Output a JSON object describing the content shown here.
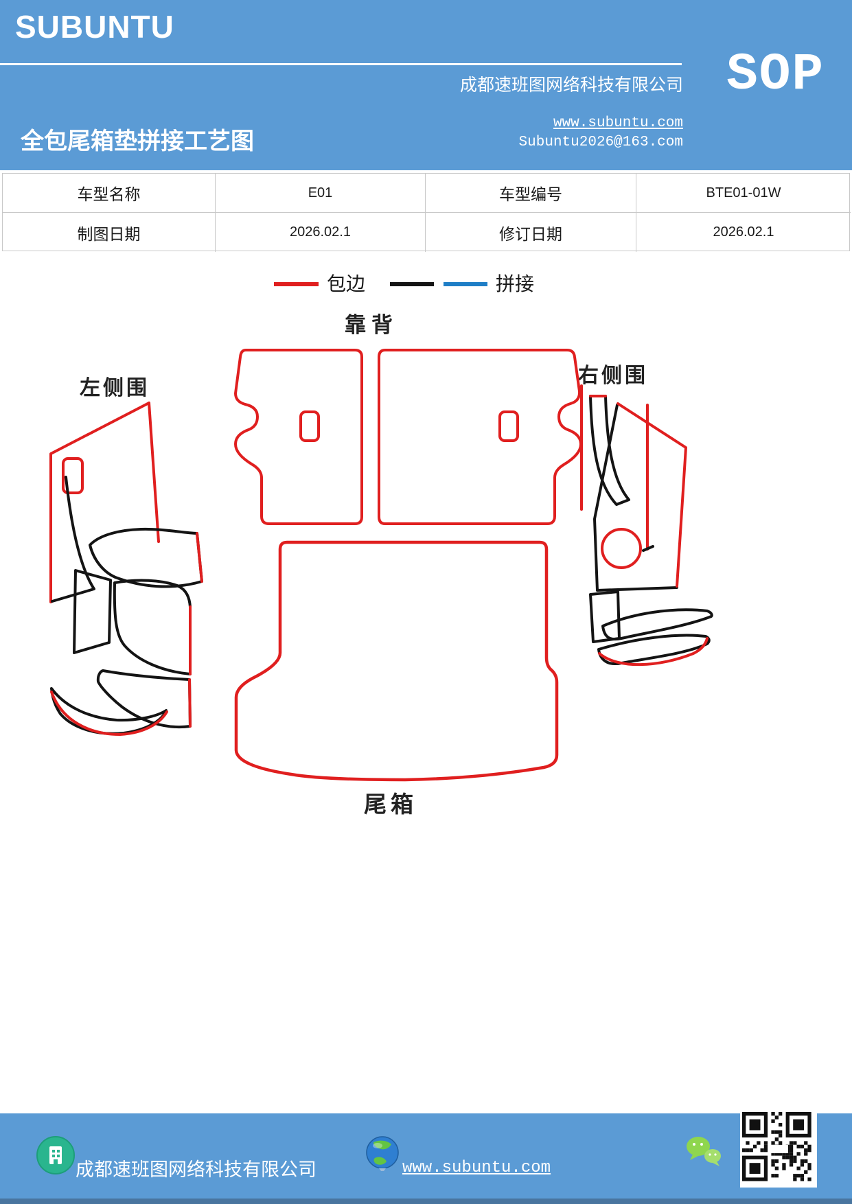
{
  "header": {
    "logo": "SUBUNTU",
    "company_name": "成都速班图网络科技有限公司",
    "title": "全包尾箱垫拼接工艺图",
    "website": "www.subuntu.com",
    "email": "Subuntu2026@163.com",
    "sop": "SOP"
  },
  "info_table": {
    "rows": [
      {
        "label1": "车型名称",
        "value1": "E01",
        "label2": "车型编号",
        "value2": "BTE01-01W"
      },
      {
        "label1": "制图日期",
        "value1": "2026.02.1",
        "label2": "修订日期",
        "value2": "2026.02.1"
      }
    ]
  },
  "legend": {
    "edge_label": "包边",
    "splice_label": "拼接"
  },
  "diagram_labels": {
    "backrest": "靠背",
    "left_side": "左侧围",
    "right_side": "右侧围",
    "trunk": "尾箱"
  },
  "footer": {
    "company_name": "成都速班图网络科技有限公司",
    "website": "www.subuntu.com"
  },
  "colors": {
    "theme_blue": "#5b9bd5",
    "edge_red": "#e01f1f",
    "splice_blue": "#1e7ec6",
    "line_black": "#141414"
  }
}
